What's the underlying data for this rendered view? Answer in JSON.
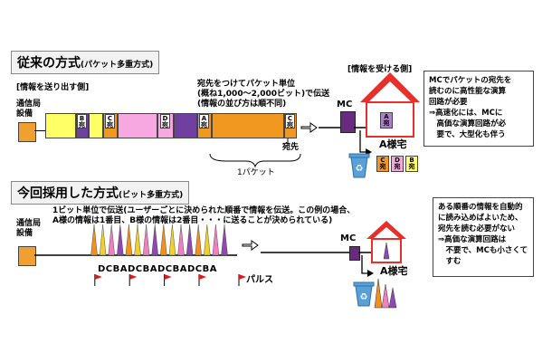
{
  "top": {
    "title": "従来の方式",
    "title_sub": "(パケット多重方式)",
    "sender_header": "[情報を送り出す側]",
    "receiver_header": "[情報を受ける側]",
    "station_label_1": "通信局",
    "station_label_2": "設備",
    "desc_1": "宛先をつけてパケット単位",
    "desc_2": "(概ね1,000〜2,000ビット)で伝送",
    "desc_3": "(情報の並び方は順不同)",
    "seg_labels": [
      {
        "l1": "B",
        "l2": "宛"
      },
      {
        "l1": "C",
        "l2": "宛"
      },
      {
        "l1": "D",
        "l2": "宛"
      },
      {
        "l1": "A",
        "l2": "宛"
      },
      {
        "l1": "C",
        "l2": "宛"
      }
    ],
    "address_label": "宛先",
    "packet_label": "1パケット",
    "mc_label": "MC",
    "house_label": "A様宅",
    "house_window": {
      "l1": "A",
      "l2": "宛"
    },
    "bin_tiles": [
      {
        "l1": "C",
        "l2": "宛"
      },
      {
        "l1": "D",
        "l2": "宛"
      },
      {
        "l1": "B",
        "l2": "宛"
      }
    ],
    "note": [
      "MCでパケットの宛先を",
      "読むのに高性能な演算",
      "回路が必要",
      "⇒高速化には、MCに",
      "　高価な演算回路が必",
      "　要で、大型化も伴う"
    ]
  },
  "bottom": {
    "title": "今回採用した方式",
    "title_sub": "(ビット多重方式)",
    "desc_1": "1ビット単位で伝送(ユーザーごとに決められた順番で情報を伝送。この例の場合、",
    "desc_2": "A様の情報は1番目、B様の情報は2番目・・・に送ることが決められている)",
    "station_label_1": "通信局",
    "station_label_2": "設備",
    "bit_sequence": "DCBADCBADCBADCBA",
    "pulse_label": "パルス",
    "mc_label": "MC",
    "house_label": "A様宅",
    "note": [
      "ある順番の情報を自動的",
      "に読み込めばよいため、",
      "宛先を読む必要がない",
      "⇒高価な演算回路は",
      "　不要で、MCも小さくて",
      "　すむ"
    ]
  },
  "colors": {
    "station": "#f0a030",
    "seg_yellow": "#ffff66",
    "seg_purple": "#7040a0",
    "seg_pink": "#f8a8e0",
    "seg_orange": "#f09820",
    "mc": "#6a2a80",
    "roof": "#e8302a",
    "bin": "#5aa0d8",
    "flag": "#e01818",
    "spike_purple": "#8e4ab0",
    "spike_pink": "#f080c0",
    "spike_yellow": "#f0d030",
    "spike_orange": "#f09020"
  }
}
